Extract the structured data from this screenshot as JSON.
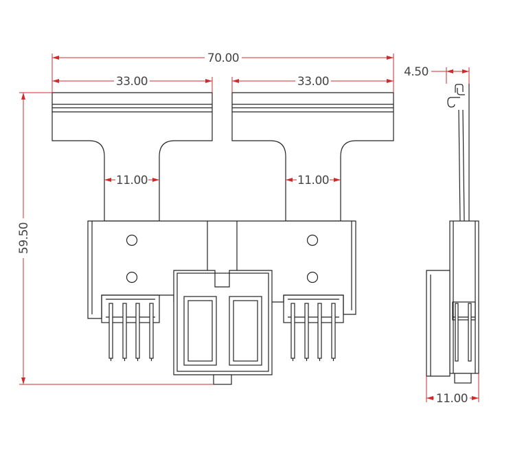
{
  "dimensions": {
    "overall_width": "70.00",
    "left_tab_width": "33.00",
    "right_tab_width": "33.00",
    "left_neck_width": "11.00",
    "right_neck_width": "11.00",
    "overall_height": "59.50",
    "side_clip_width": "4.50",
    "side_depth": "11.00"
  },
  "colors": {
    "dimension_line": "#d12a2a",
    "outline": "#222222",
    "background": "#ffffff"
  }
}
